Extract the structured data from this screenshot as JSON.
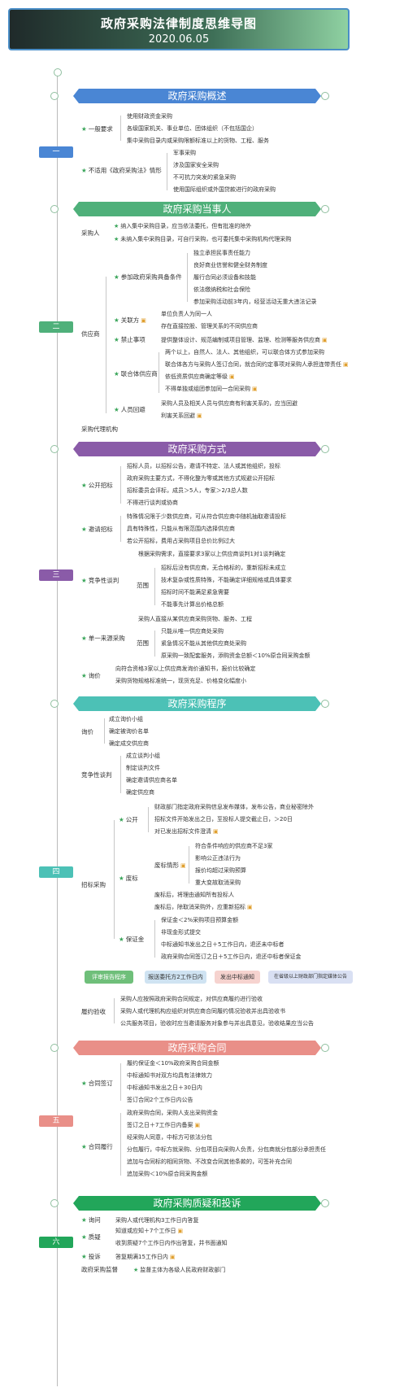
{
  "header": {
    "title": "政府采购法律制度思维导图",
    "date": "2020.06.05"
  },
  "section_colors": {
    "s1": "#4a86d4",
    "s2": "#4fb07a",
    "s3": "#8a5ba8",
    "s4": "#4cc1b6",
    "s5": "#e98f88",
    "s6": "#22a65a"
  },
  "sections": [
    {
      "id": "s1",
      "num": "一",
      "title": "政府采购概述"
    },
    {
      "id": "s2",
      "num": "二",
      "title": "政府采购当事人"
    },
    {
      "id": "s3",
      "num": "三",
      "title": "政府采购方式"
    },
    {
      "id": "s4",
      "num": "四",
      "title": "政府采购程序"
    },
    {
      "id": "s5",
      "num": "五",
      "title": "政府采购合同"
    },
    {
      "id": "s6",
      "num": "六",
      "title": "政府采购质疑和投诉"
    }
  ],
  "s1": {
    "a_label": "一般要求",
    "a_items": [
      "使用财政资金采购",
      "各级国家机关、事业单位、团体组织（不包括国企）",
      "集中采购目录内或采购限额标准以上的货物、工程、服务"
    ],
    "b_label": "不适用《政府采购法》情形",
    "b_items": [
      "军事采购",
      "涉及国家安全采购",
      "不可抗力突发的紧急采购",
      "使用国际组织或外国贷款进行的政府采购"
    ]
  },
  "s2": {
    "purchaser": "采购人",
    "p_items": [
      "纳入集中采购目录，应当依法委托，但有批准的除外",
      "未纳入集中采购目录，可自行采购，也可委托集中采购机构代理采购"
    ],
    "supplier": "供应商",
    "cond_label": "参加政府采购具备条件",
    "cond_items": [
      "独立承担民事责任能力",
      "良好商业信誉和健全财务制度",
      "履行合同必须设备和技能",
      "依法缴纳税和社会保险",
      "参加采购活动前3年内，经营活动无重大违法记录"
    ],
    "rel_label": "关联方",
    "rel_items": [
      "单位负责人为同一人",
      "存在直接控股、管理关系的不同供应商"
    ],
    "ban_label": "禁止事项",
    "ban_item": "提供整体设计、规范编制或项目管理、监理、检测等服务供应商",
    "joint_label": "联合体供应商",
    "joint_items": [
      "两个以上，自然人、法人、其他组织，可以联合体方式参加采购",
      "联合体各方与采购人签订合同，就合同约定事项对采购人承担连带责任",
      "依低资质供应商确定等级",
      "不得单独或组团参加同一合同采购"
    ],
    "avoid_label": "人员回避",
    "avoid_items": [
      "采购人员及相关人员与供应商有利害关系的，应当回避",
      "利害关系回避"
    ],
    "agency": "采购代理机构"
  },
  "s3": {
    "open_label": "公开招标",
    "open_items": [
      "招标人员，以招标公告，邀请不特定、法人或其他组织，投标",
      "政府采购主要方式，不得化整为零或其他方式规避公开招标",
      "招标委员会评标，成员＞5人，专家＞2/3总人数",
      "不得进行谈判或协商"
    ],
    "inv_label": "邀请招标",
    "inv_items": [
      "特殊情况限于少数供应商，可从符合供应商中随机抽取邀请投标",
      "具有特殊性，只能从有限范围内选择供应商",
      "若公开招标，费用占采购项目总价比例过大"
    ],
    "comp_label": "竞争性谈判",
    "comp_top": "根据采购需求，直接要求3家以上供应商谈判1对1谈判确定",
    "scope": "范围",
    "comp_items": [
      "招标后没有供应商，无合格标的，重新招标未成立",
      "技术复杂或性质特殊，不能确定详细规格或具体要求",
      "招标时间不能满足紧急需要",
      "不能事先计算出价格总额"
    ],
    "single_label": "单一来源采购",
    "single_top": "采购人直接从某供应商采购货物、服务、工程",
    "single_items": [
      "只能从唯一供应商处采购",
      "紧急情况不能从其他供应商处采购",
      "原采购一致配套服务，添购资金总额＜10%原合同采购金额"
    ],
    "inq_label": "询价",
    "inq_items": [
      "向符合资格3家以上供应商发询价通知书，报价比较确定",
      "采购货物规格标准统一，现货充足、价格变化幅度小"
    ]
  },
  "s4": {
    "inq_label": "询价",
    "inq_items": [
      "成立询价小组",
      "确定被询价名单",
      "确定成交供应商"
    ],
    "comp_label": "竞争性谈判",
    "comp_items": [
      "成立谈判小组",
      "制定谈判文件",
      "确定邀请供应商名单",
      "确定供应商"
    ],
    "bid_label": "招标采购",
    "pub_label": "公开",
    "pub_items": [
      "财政部门指定政府采购信息发布媒体，发布公告，商业秘密除外",
      "招标文件开始发出之日，至投标人提交截止日，＞20日",
      "对已发出招标文件澄清"
    ],
    "neg_label": "废标",
    "neg_sub": "废标情形",
    "neg_sub_items": [
      "符合条件响应的供应商不足3家",
      "影响公正违法行为",
      "报价均超过采购预算",
      "重大变故取消采购"
    ],
    "neg_items": [
      "废标后，将理由通知所有投标人",
      "废标后，除取消采购外，应重新招标"
    ],
    "dep_label": "保证金",
    "dep_items": [
      "保证金＜2%采购项目预算金额",
      "非现金形式提交",
      "中标通知书发出之日＋5工作日内，退还未中标者",
      "政府采购合同签订之日＋5工作日内，退还中标者保证金"
    ],
    "flow_label": "评审报告程序",
    "flow_items": [
      "报送委托方2工作日内",
      "发出中标通知",
      "在省级以上财政部门指定媒体公告"
    ],
    "acc_label": "履约验收",
    "acc_items": [
      "采购人应按照政府采购合同规定，对供应商履约进行验收",
      "采购人或代理机构应组织对供应商合同履约情况验收并出具验收书",
      "公共服务项目，验收时应当邀请服务对象参与并出具意见，验收结果应当公告"
    ]
  },
  "s5": {
    "sign_label": "合同签订",
    "sign_items": [
      "履约保证金＜10%政府采购合同金额",
      "中标通知书对双方均具有法律效力",
      "中标通知书发出之日＋30日内",
      "签订合同2个工作日内公告"
    ],
    "perf_label": "合同履行",
    "perf_items": [
      "政府采购合同，采购人支出采购资金",
      "签订之日＋7工作日内备案",
      "经采购人同意，中标方可依法分包",
      "分包履行，中标方就采购、分包项目向采购人负责，分包商就分包部分承担责任",
      "追加与合同标的相同货物、不改变合同其他条款的，可签补充合同",
      "追加采购＜10%原合同采购金额"
    ]
  },
  "s6": {
    "q_label": "询问",
    "q_item": "采购人或代理机构3工作日内答复",
    "d_label": "质疑",
    "d_items": [
      "知道或应知＋7个工作日",
      "收到质疑7个工作日内作出答复，并书面通知"
    ],
    "c_label": "投诉",
    "c_item": "答复期满15工作日内",
    "s_label": "政府采购监督",
    "s_item": "监督主体为各级人民政府财政部门"
  }
}
